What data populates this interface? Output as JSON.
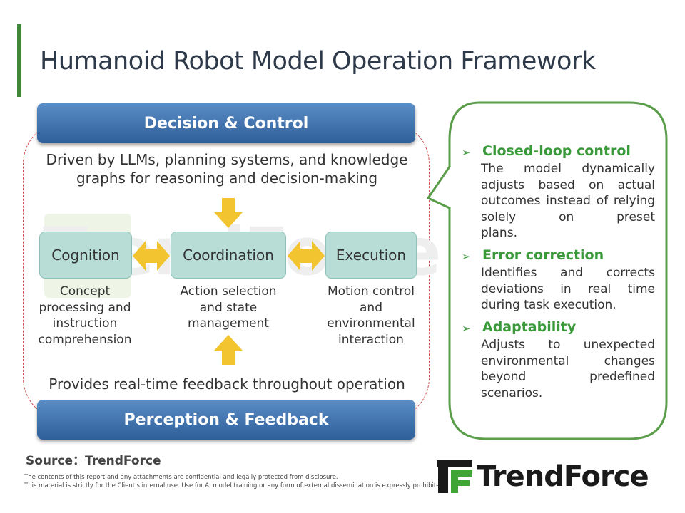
{
  "title": "Humanoid Robot Model Operation Framework",
  "decision_banner": "Decision & Control",
  "decision_desc": "Driven by LLMs, planning systems, and knowledge graphs for reasoning and decision-making",
  "watermark": "TrendForce",
  "stages": [
    {
      "label": "Cognition",
      "desc": "Concept processing and instruction comprehension"
    },
    {
      "label": "Coordination",
      "desc": "Action selection and state management"
    },
    {
      "label": "Execution",
      "desc": "Motion control and environmental interaction"
    }
  ],
  "feedback_desc": "Provides real-time feedback throughout operation",
  "feedback_banner": "Perception & Feedback",
  "callout": [
    {
      "heading": "Closed-loop control",
      "body_main": "The model dynamically adjusts based on actual outcomes instead of relying solely on preset",
      "body_last": "plans."
    },
    {
      "heading": "Error correction",
      "body_main": "Identifies and corrects deviations in real time",
      "body_last": "during task execution."
    },
    {
      "heading": "Adaptability",
      "body_main": "Adjusts to unexpected environmental changes beyond predefined",
      "body_last": "scenarios."
    }
  ],
  "source": "Source：TrendForce",
  "disclaimer_1": "The contents of this report and any attachments are confidential and legally protected from disclosure.",
  "disclaimer_2": "This material is strictly for the Client's internal use. Use for AI model training or any form of external dissemination is expressly prohibited.",
  "brand_name": "TrendForce",
  "colors": {
    "accent_green": "#3f8a3a",
    "banner_blue": "#2f5f98",
    "stage_teal": "#b7ddd6",
    "arrow_yellow": "#f2c530",
    "loop_red": "#d24b4b"
  }
}
